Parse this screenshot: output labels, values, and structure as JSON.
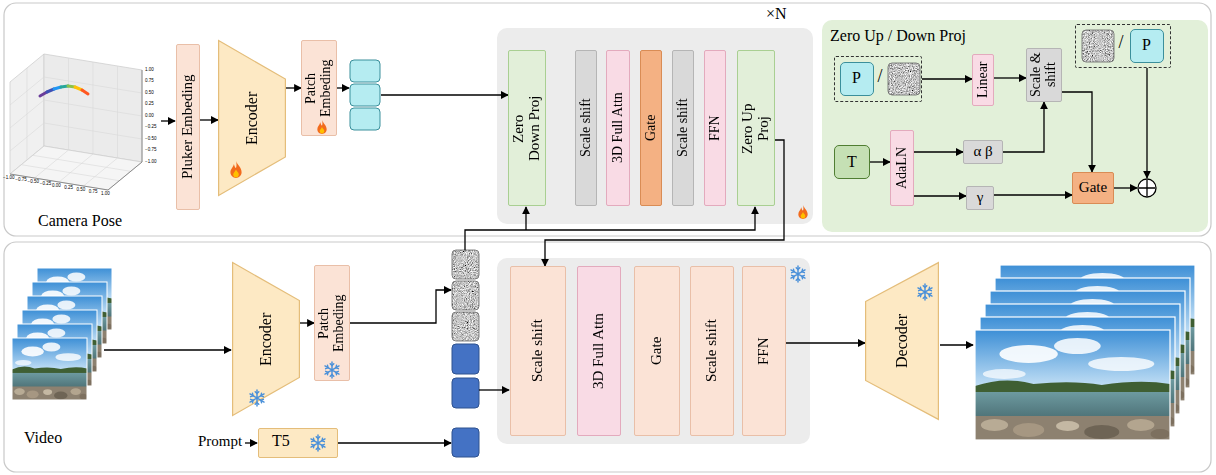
{
  "diagram": {
    "nodes": [
      {
        "text": [
          "Pluker Embeding"
        ]
      },
      {
        "text": [
          "Encoder"
        ]
      },
      {
        "text": [
          "Patch Embeding"
        ]
      },
      {
        "text": [
          "×N"
        ]
      },
      {
        "text": [
          "Zero Down Proj"
        ],
        "in": 3
      },
      {
        "text": [
          "Scale shift"
        ],
        "in": 3
      },
      {
        "text": [
          "3D Full Attn"
        ],
        "in": 3
      },
      {
        "text": [
          "Gate"
        ],
        "in": 3
      },
      {
        "text": [
          "Scale shift"
        ],
        "in": 3
      },
      {
        "text": [
          "FFN"
        ],
        "in": 3
      },
      {
        "text": [
          "Zero Up Proj"
        ],
        "in": 3
      },
      {
        "text": [
          "Zero Up / Down Proj"
        ]
      },
      {
        "text": [
          "/"
        ],
        "in": 11
      },
      {
        "text": [
          "P"
        ],
        "in": 12
      },
      {
        "text": [
          "Linear"
        ],
        "in": 11
      },
      {
        "text": [
          "Scale & shift"
        ],
        "in": 11
      },
      {
        "text": [
          "/"
        ],
        "in": 11
      },
      {
        "text": [
          "P"
        ],
        "in": 16
      },
      {
        "text": [
          "T"
        ],
        "in": 11
      },
      {
        "text": [
          "AdaLN"
        ],
        "in": 11
      },
      {
        "text": [
          "α β"
        ],
        "in": 11
      },
      {
        "text": [
          "γ"
        ],
        "in": 11
      },
      {
        "text": [
          "Gate"
        ],
        "in": 11
      },
      {
        "text": [
          "Encoder"
        ]
      },
      {
        "text": [
          "Patch Embeding"
        ]
      },
      {
        "text": [
          "T5"
        ]
      },
      {
        "text": [
          "Scale shift"
        ]
      },
      {
        "text": [
          "3D Full Attn"
        ]
      },
      {
        "text": [
          "Gate"
        ]
      },
      {
        "text": [
          "Scale shift"
        ]
      },
      {
        "text": [
          "FFN"
        ]
      },
      {
        "text": [
          "Decoder"
        ]
      }
    ],
    "edges": [
      {
        "from": 0,
        "to": 1,
        "arrow": "to"
      },
      {
        "from": 1,
        "to": 2,
        "arrow": "to"
      },
      {
        "from": 12,
        "to": 14,
        "arrow": "to"
      },
      {
        "from": 14,
        "to": 15,
        "arrow": "to"
      },
      {
        "from": 18,
        "to": 19,
        "arrow": "to"
      },
      {
        "from": 19,
        "to": 20,
        "arrow": "to"
      },
      {
        "from": 19,
        "to": 21,
        "arrow": "to"
      },
      {
        "from": 20,
        "to": 15,
        "arrow": "to"
      },
      {
        "from": 15,
        "to": 22,
        "arrow": "to"
      },
      {
        "from": 21,
        "to": 22,
        "arrow": "to"
      },
      {
        "from": 10,
        "to": 26,
        "arrow": "to"
      },
      {
        "from": 23,
        "to": 24,
        "arrow": "to"
      },
      {
        "from": 30,
        "to": 31,
        "arrow": "to"
      }
    ],
    "labels": [
      "Camera Pose",
      "−1.00",
      "−0.75",
      "−0.50",
      "−0.25",
      "0.00",
      "0.25",
      "0.50",
      "0.75",
      "1.00",
      "1.00",
      "0.75",
      "0.50",
      "0.25",
      "0.00",
      "−0.25",
      "−0.50",
      "−0.75",
      "−1.00",
      "Video",
      "Prompt"
    ]
  }
}
